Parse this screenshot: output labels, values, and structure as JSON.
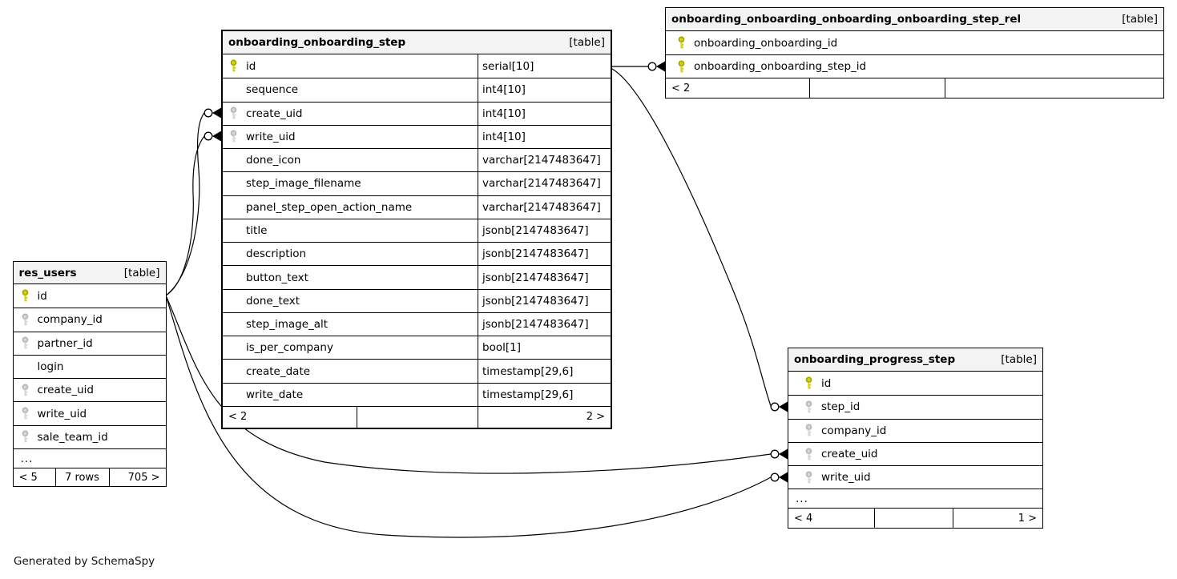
{
  "page": {
    "note": "Generated by SchemaSpy"
  },
  "colors": {
    "background": "#ffffff",
    "border": "#000000",
    "header_bg": "#f3f3f3",
    "line": "#000000",
    "pk_key": "#d4d400",
    "pk_key_stroke": "#a0a000",
    "fk_key": "#d6d6d6",
    "fk_key_stroke": "#b3b3b3"
  },
  "tables": [
    {
      "id": "res_users",
      "name": "res_users",
      "badge": "[table]",
      "columns": [
        {
          "name": "id",
          "key": "pk"
        },
        {
          "name": "company_id",
          "key": "fk"
        },
        {
          "name": "partner_id",
          "key": "fk"
        },
        {
          "name": "login",
          "key": null
        },
        {
          "name": "create_uid",
          "key": "fk"
        },
        {
          "name": "write_uid",
          "key": "fk"
        },
        {
          "name": "sale_team_id",
          "key": "fk"
        },
        {
          "name": "...",
          "key": null,
          "ellipsis": true
        }
      ],
      "footer": [
        "< 5",
        "7 rows",
        "705 >"
      ]
    },
    {
      "id": "onboarding_onboarding_step",
      "name": "onboarding_onboarding_step",
      "badge": "[table]",
      "columns": [
        {
          "name": "id",
          "type": "serial[10]",
          "key": "pk"
        },
        {
          "name": "sequence",
          "type": "int4[10]",
          "key": null
        },
        {
          "name": "create_uid",
          "type": "int4[10]",
          "key": "fk"
        },
        {
          "name": "write_uid",
          "type": "int4[10]",
          "key": "fk"
        },
        {
          "name": "done_icon",
          "type": "varchar[2147483647]",
          "key": null
        },
        {
          "name": "step_image_filename",
          "type": "varchar[2147483647]",
          "key": null
        },
        {
          "name": "panel_step_open_action_name",
          "type": "varchar[2147483647]",
          "key": null
        },
        {
          "name": "title",
          "type": "jsonb[2147483647]",
          "key": null
        },
        {
          "name": "description",
          "type": "jsonb[2147483647]",
          "key": null
        },
        {
          "name": "button_text",
          "type": "jsonb[2147483647]",
          "key": null
        },
        {
          "name": "done_text",
          "type": "jsonb[2147483647]",
          "key": null
        },
        {
          "name": "step_image_alt",
          "type": "jsonb[2147483647]",
          "key": null
        },
        {
          "name": "is_per_company",
          "type": "bool[1]",
          "key": null
        },
        {
          "name": "create_date",
          "type": "timestamp[29,6]",
          "key": null
        },
        {
          "name": "write_date",
          "type": "timestamp[29,6]",
          "key": null
        }
      ],
      "footer": [
        "< 2",
        "",
        "2 >"
      ]
    },
    {
      "id": "onboarding_onboarding_onboarding_onboarding_step_rel",
      "name": "onboarding_onboarding_onboarding_onboarding_step_rel",
      "badge": "[table]",
      "columns": [
        {
          "name": "onboarding_onboarding_id",
          "key": "pk"
        },
        {
          "name": "onboarding_onboarding_step_id",
          "key": "pk"
        }
      ],
      "footer": [
        "< 2",
        "",
        ""
      ]
    },
    {
      "id": "onboarding_progress_step",
      "name": "onboarding_progress_step",
      "badge": "[table]",
      "columns": [
        {
          "name": "id",
          "key": "pk"
        },
        {
          "name": "step_id",
          "key": "fk"
        },
        {
          "name": "company_id",
          "key": "fk"
        },
        {
          "name": "create_uid",
          "key": "fk"
        },
        {
          "name": "write_uid",
          "key": "fk"
        },
        {
          "name": "...",
          "key": null,
          "ellipsis": true
        }
      ],
      "footer": [
        "< 4",
        "",
        "1 >"
      ]
    }
  ],
  "relationships": [
    {
      "from": "res_users.id",
      "to": "onboarding_onboarding_step.create_uid"
    },
    {
      "from": "res_users.id",
      "to": "onboarding_onboarding_step.write_uid"
    },
    {
      "from": "res_users.id",
      "to": "onboarding_progress_step.create_uid"
    },
    {
      "from": "res_users.id",
      "to": "onboarding_progress_step.write_uid"
    },
    {
      "from": "onboarding_onboarding_step.id",
      "to": "onboarding_onboarding_onboarding_onboarding_step_rel.onboarding_onboarding_step_id"
    },
    {
      "from": "onboarding_onboarding_step.id",
      "to": "onboarding_progress_step.step_id"
    }
  ]
}
